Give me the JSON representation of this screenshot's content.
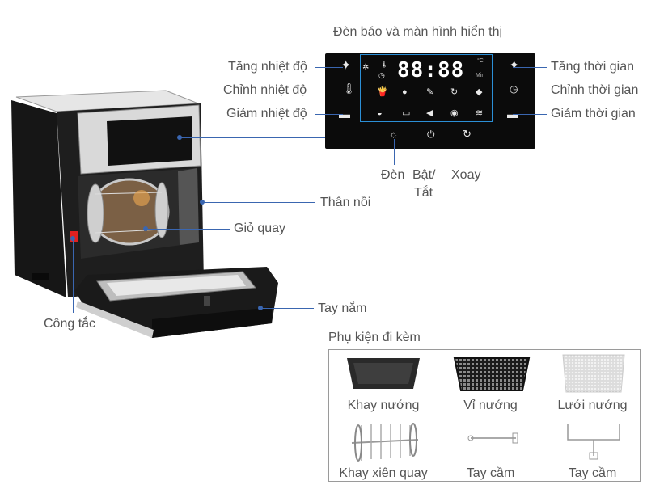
{
  "display_title": "Đèn báo và màn hình hiển thị",
  "left_labels": {
    "temp_up": "Tăng nhiệt độ",
    "temp_adjust": "Chỉnh nhiệt độ",
    "temp_down": "Giảm nhiệt độ"
  },
  "right_labels": {
    "time_up": "Tăng thời gian",
    "time_adjust": "Chỉnh thời gian",
    "time_down": "Giảm thời gian"
  },
  "bottom_buttons": {
    "light": "Đèn",
    "power_line1": "Bật/",
    "power_line2": "Tắt",
    "rotate": "Xoay"
  },
  "display": {
    "digits": "88:88",
    "unit_c": "°C",
    "unit_min": "Min"
  },
  "parts": {
    "body": "Thân nồi",
    "basket": "Giỏ quay",
    "handle": "Tay nắm",
    "switch": "Công tắc"
  },
  "accessories": {
    "title": "Phụ kiện đi kèm",
    "items": [
      "Khay nướng",
      "Vỉ nướng",
      "Lưới nướng",
      "Khay xiên quay",
      "Tay cầm",
      "Tay cầm"
    ]
  },
  "colors": {
    "leader_line": "#3a66b0",
    "panel_bg": "#0b0b0b",
    "display_border": "#2b8fd6"
  }
}
